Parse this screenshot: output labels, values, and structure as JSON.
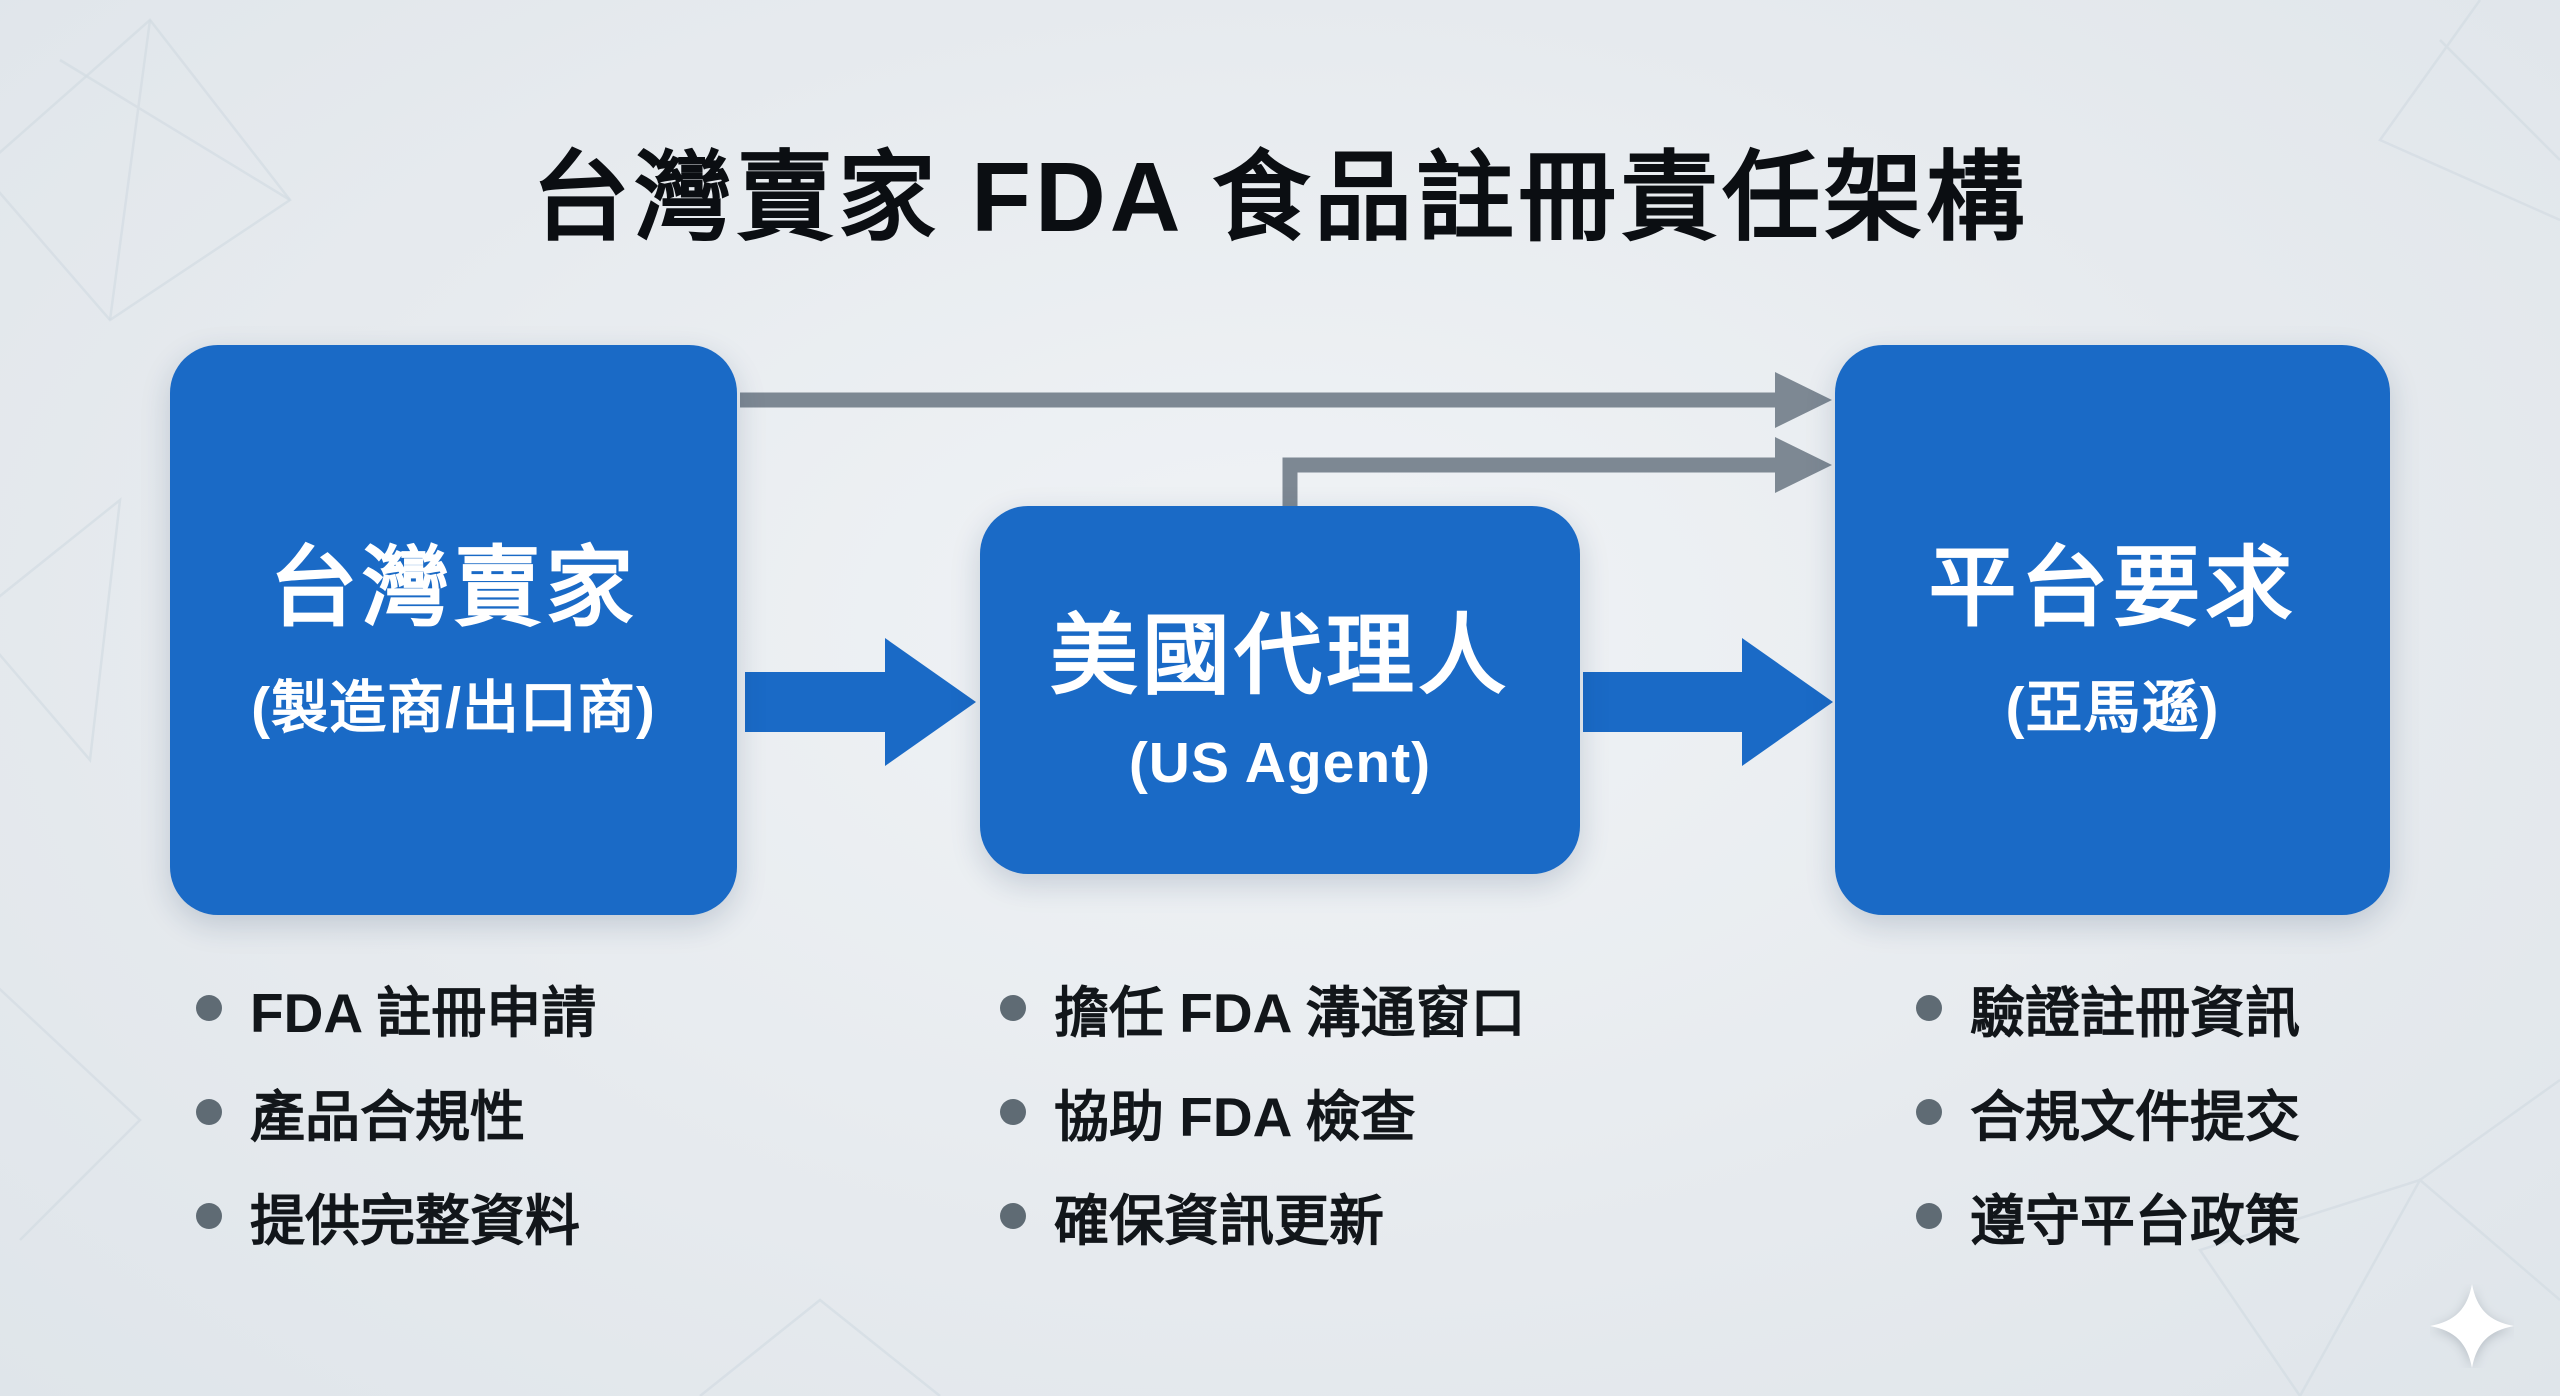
{
  "title": "台灣賣家 FDA 食品註冊責任架構",
  "colors": {
    "box_blue": "#1a6ac6",
    "arrow_gray": "#7d8893",
    "bullet_gray": "#5f6b74",
    "text_dark": "#12161a",
    "background": "#e7ebef"
  },
  "nodes": [
    {
      "id": "taiwan-seller",
      "title": "台灣賣家",
      "subtitle": "(製造商/出口商)",
      "bullets": [
        "FDA 註冊申請",
        "產品合規性",
        "提供完整資料"
      ]
    },
    {
      "id": "us-agent",
      "title": "美國代理人",
      "subtitle": "(US Agent)",
      "bullets": [
        "擔任 FDA 溝通窗口",
        "協助 FDA 檢查",
        "確保資訊更新"
      ]
    },
    {
      "id": "platform-requirements",
      "title": "平台要求",
      "subtitle": "(亞馬遜)",
      "bullets": [
        "驗證註冊資訊",
        "合規文件提交",
        "遵守平台政策"
      ]
    }
  ],
  "icons": {
    "sparkle": "sparkle-icon"
  }
}
